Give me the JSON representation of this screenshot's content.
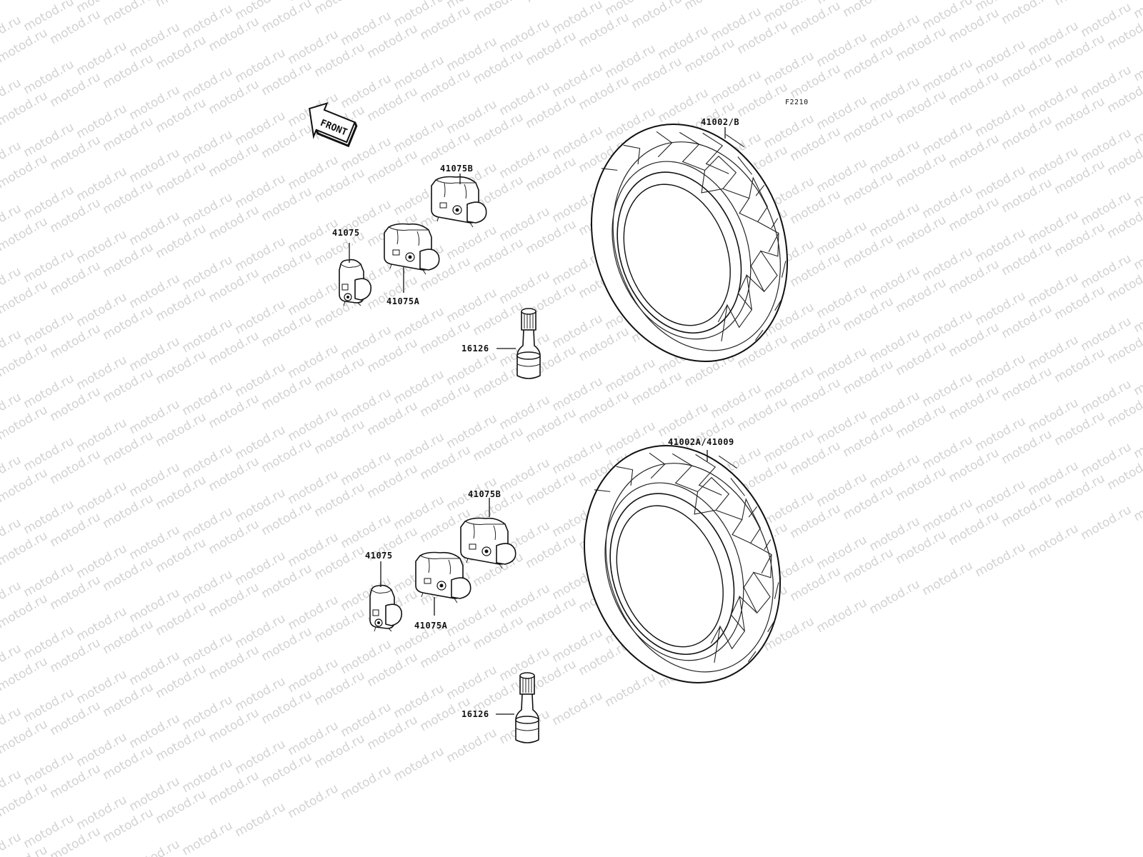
{
  "diagram_code": "F2210",
  "watermark_text": "motod.ru",
  "front_label": "FRONT",
  "top_group": {
    "tire_label": "41002/B",
    "weight_b_label": "41075B",
    "weight_label": "41075",
    "weight_a_label": "41075A",
    "valve_label": "16126"
  },
  "bottom_group": {
    "tire_label": "41002A/41009",
    "weight_b_label": "41075B",
    "weight_label": "41075",
    "weight_a_label": "41075A",
    "valve_label": "16126"
  }
}
